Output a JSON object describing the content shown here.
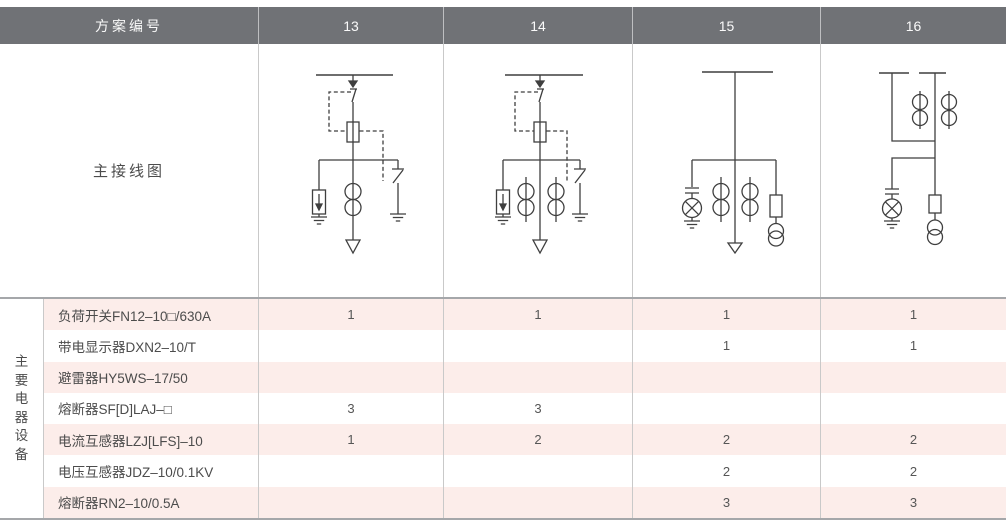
{
  "table": {
    "header": {
      "scheme_label": "方案编号",
      "columns": [
        "13",
        "14",
        "15",
        "16"
      ]
    },
    "diagram_row": {
      "label": "主接线图",
      "schemes": [
        {
          "scheme": "13",
          "components": "busbar, disconnect-arrow, interlocked load-switch blade (dashed linkage), fuse-box, surge-arrester with earth, one current-transformer pair, earthing-switch with earth, outgoing-feeder arrow"
        },
        {
          "scheme": "14",
          "components": "busbar, disconnect-arrow, interlocked load-switch blade (dashed linkage), fuse-box, surge-arrester with earth, two current-transformer pairs, earthing-switch with earth, outgoing-feeder arrow"
        },
        {
          "scheme": "15",
          "components": "busbar, feeder line, capacitor with charged-display lamp and earth, two current-transformer pairs, fuse with voltage-transformer, outgoing-feeder arrow"
        },
        {
          "scheme": "16",
          "components": "two busbar sections, two current-transformer pairs, tie connection, capacitor with charged-display lamp and earth, fuse with voltage-transformer"
        }
      ]
    },
    "equipment": {
      "vertical_label": "主要电器设备",
      "rows": [
        {
          "name": "负荷开关FN12–10□/630A",
          "values": [
            "1",
            "1",
            "1",
            "1"
          ]
        },
        {
          "name": "带电显示器DXN2–10/T",
          "values": [
            "",
            "",
            "1",
            "1"
          ]
        },
        {
          "name": "避雷器HY5WS–17/50",
          "values": [
            "",
            "",
            "",
            ""
          ]
        },
        {
          "name": "熔断器SF[D]LAJ–□",
          "values": [
            "3",
            "3",
            "",
            ""
          ]
        },
        {
          "name": "电流互感器LZJ[LFS]–10",
          "values": [
            "1",
            "2",
            "2",
            "2"
          ]
        },
        {
          "name": "电压互感器JDZ–10/0.1KV",
          "values": [
            "",
            "",
            "2",
            "2"
          ]
        },
        {
          "name": "熔断器RN2–10/0.5A",
          "values": [
            "",
            "",
            "3",
            "3"
          ]
        }
      ]
    },
    "colors": {
      "header_bg": "#707276",
      "header_text": "#fafafa",
      "row_stripe_pink": "#fcedea",
      "row_white": "#ffffff",
      "grid_line": "#c9c9c9",
      "section_line": "#a5a7aa",
      "diagram_stroke": "#3f3f3f",
      "body_text": "#4c4c4c"
    }
  }
}
